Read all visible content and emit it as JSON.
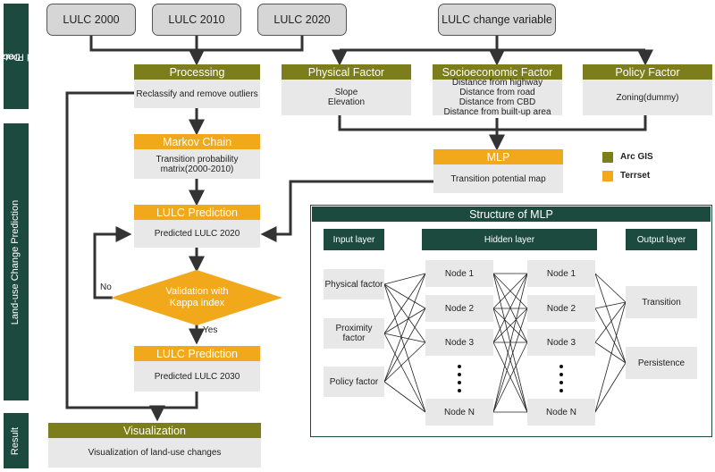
{
  "side_labels": {
    "top": [
      "Data",
      "Input and Processing"
    ],
    "middle": "Land-use Change Prediction",
    "bottom": "Result"
  },
  "inputs": [
    "LULC 2000",
    "LULC 2010",
    "LULC 2020"
  ],
  "change_variable": "LULC change variable",
  "processing": {
    "title": "Processing",
    "body": "Reclassify and remove outliers"
  },
  "physical": {
    "title": "Physical Factor",
    "body": "Slope\nElevation"
  },
  "socio": {
    "title": "Socioeconomic Factor",
    "body": "Distance from highway\nDistance from road\nDistance from CBD\nDistance from built-up area"
  },
  "policy": {
    "title": "Policy Factor",
    "body": "Zoning(dummy)"
  },
  "markov": {
    "title": "Markov Chain",
    "body": "Transition probability\nmatrix(2000-2010)"
  },
  "mlp": {
    "title": "MLP",
    "body": "Transition potential map"
  },
  "legend": [
    {
      "label": "Arc GIS",
      "color": "#7b7e1a"
    },
    {
      "label": "Terrset",
      "color": "#f2a81b"
    }
  ],
  "pred2020": {
    "title": "LULC Prediction",
    "body": "Predicted LULC 2020"
  },
  "validation": "Validation with\nKappa index",
  "no_label": "No",
  "yes_label": "Yes",
  "pred2030": {
    "title": "LULC Prediction",
    "body": "Predicted LULC 2030"
  },
  "visualization": {
    "title": "Visualization",
    "body": "Visualization of land-use changes"
  },
  "mlp_structure": {
    "title": "Structure of MLP",
    "input_layer": "Input layer",
    "hidden_layer": "Hidden layer",
    "output_layer": "Output layer",
    "inputs": [
      "Physical factor",
      "Proximity factor",
      "Policy factor"
    ],
    "hidden1": [
      "Node 1",
      "Node 2",
      "Node 3",
      "Node N"
    ],
    "hidden2": [
      "Node 1",
      "Node 2",
      "Node 3",
      "Node N"
    ],
    "outputs": [
      "Transition",
      "Persistence"
    ]
  }
}
